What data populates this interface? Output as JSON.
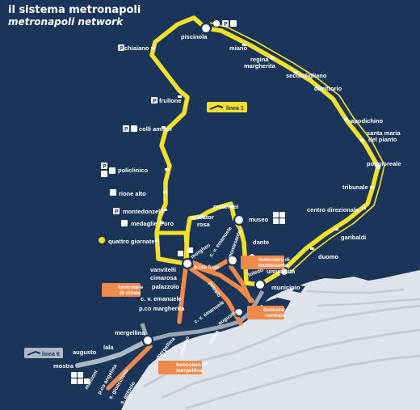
{
  "title": {
    "it": "il sistema metronapoli",
    "en": "metronapoli network"
  },
  "lines": {
    "line1": {
      "label": "linea 1",
      "color": "#f5e02c"
    },
    "line6": {
      "label": "linea 6",
      "color": "#aeb9c8"
    },
    "funicolari_color": "#ef8a4c",
    "line2_color": "#9aa6b5"
  },
  "colors": {
    "background": "#1b3559",
    "sea": "#dfe3ea",
    "sea_lines": "#c6ccd6",
    "station_fill": "#ffffff"
  },
  "stations": {
    "piscinola": "piscinola",
    "chiaiano": "chiaiano",
    "frullone": "frullone",
    "colli_aminei": "colli aminei",
    "policlinico": "policlinico",
    "rione_alto": "rione alto",
    "montedonzelli": "montedonzelli",
    "medaglie_doro": "medaglie d'oro",
    "quattro_giornate": "quattro giornate",
    "salvator_rosa": "salvator rosa",
    "materdei": "materdei",
    "museo": "museo",
    "dante": "dante",
    "toledo": "toledo",
    "universita": "università",
    "municipio": "municipio",
    "duomo": "duomo",
    "garibaldi": "garibaldi",
    "centro_direzionale": "centro direzionale",
    "tribunale": "tribunale",
    "poggioreale": "poggioreale",
    "santa_maria_del_pianto": "santa maria\ndel pianto",
    "capodichino": "capodichino",
    "di_vittorio": "di vittorio",
    "secondigliano": "secondigliano",
    "regina_margherita": "regina\nmargherita",
    "miano": "miano",
    "vanvitelli": "vanvitelli",
    "cimarosa": "cimarosa",
    "palazzolo": "palazzolo",
    "cv_emanuele_1": "c. v. emanuele",
    "pco_margherita": "p.co margherita",
    "morghen": "morghen",
    "piazza_fuga": "p.zza fuga",
    "cv_emanuele_2": "c. v. emanuele",
    "montesanto": "montesanto",
    "petraio": "petraio",
    "cv_emanuele_3": "c. v. emanuele",
    "augusteo": "augusteo",
    "mergellina": "mergellina",
    "lala": "lala",
    "augusto": "augusto",
    "mostra": "mostra",
    "manzoni": "manzoni",
    "pco_angelina": "p.co angelina",
    "s_gioacchino": "s. gioacchino",
    "s_antonio": "s. antonio",
    "amedeo": "amedeo",
    "mergellina_2": "mergellina",
    "chiaia": "chiaia",
    "funicolare_chiaia": "funicolare di\nchiaia",
    "funicolare_montesanto": "funicolare di\nmontesanto",
    "funicolare_centrale": "funicolare\ncentrale",
    "funicolare_mergellina": "funicolare di\nmergellina"
  },
  "icons": {
    "parking": "P",
    "bus": "bus-icon",
    "train": "train-icon",
    "museum": "museum-icon",
    "ferry": "ferry-icon",
    "interchange": "interchange-icon"
  }
}
